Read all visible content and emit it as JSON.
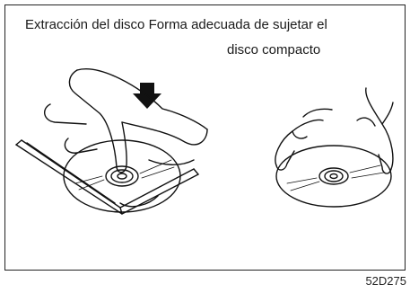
{
  "captions": {
    "line1": "Extracción del disco Forma adecuada de sujetar el",
    "line2": "disco compacto"
  },
  "figure_code": "52D275",
  "illustrations": {
    "left": {
      "icon": "hand-removing-disc-from-case-icon",
      "arrow": "up-arrow-icon"
    },
    "right": {
      "icon": "hands-holding-disc-by-edges-icon"
    }
  }
}
